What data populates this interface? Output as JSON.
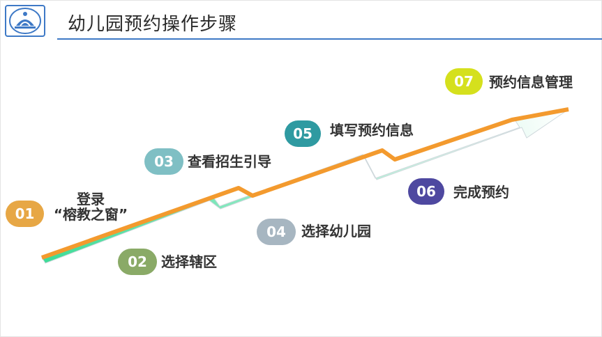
{
  "page": {
    "title": "幼儿园预约操作步骤"
  },
  "logo": {
    "icon": "kindergarten-logo-icon"
  },
  "steps": [
    {
      "number": "01",
      "label_line1": "登录",
      "label_line2": "“榕教之窗”",
      "color": "#e7a745"
    },
    {
      "number": "02",
      "label": "选择辖区",
      "color": "#8aaa67"
    },
    {
      "number": "03",
      "label": "查看招生引导",
      "color": "#7fbfc4"
    },
    {
      "number": "04",
      "label": "选择幼儿园",
      "color": "#a7b6c1"
    },
    {
      "number": "05",
      "label": "填写预约信息",
      "color": "#2f9aa1"
    },
    {
      "number": "06",
      "label": "完成预约",
      "color": "#4e48a0"
    },
    {
      "number": "07",
      "label": "预约信息管理",
      "color": "#d5e01d"
    }
  ],
  "colors": {
    "accent_rule": "#3e79c6",
    "arrow_edge": "#f39a2e",
    "arrow_fill_start": "#3ddc97",
    "arrow_fill_end": "#ffffff"
  }
}
